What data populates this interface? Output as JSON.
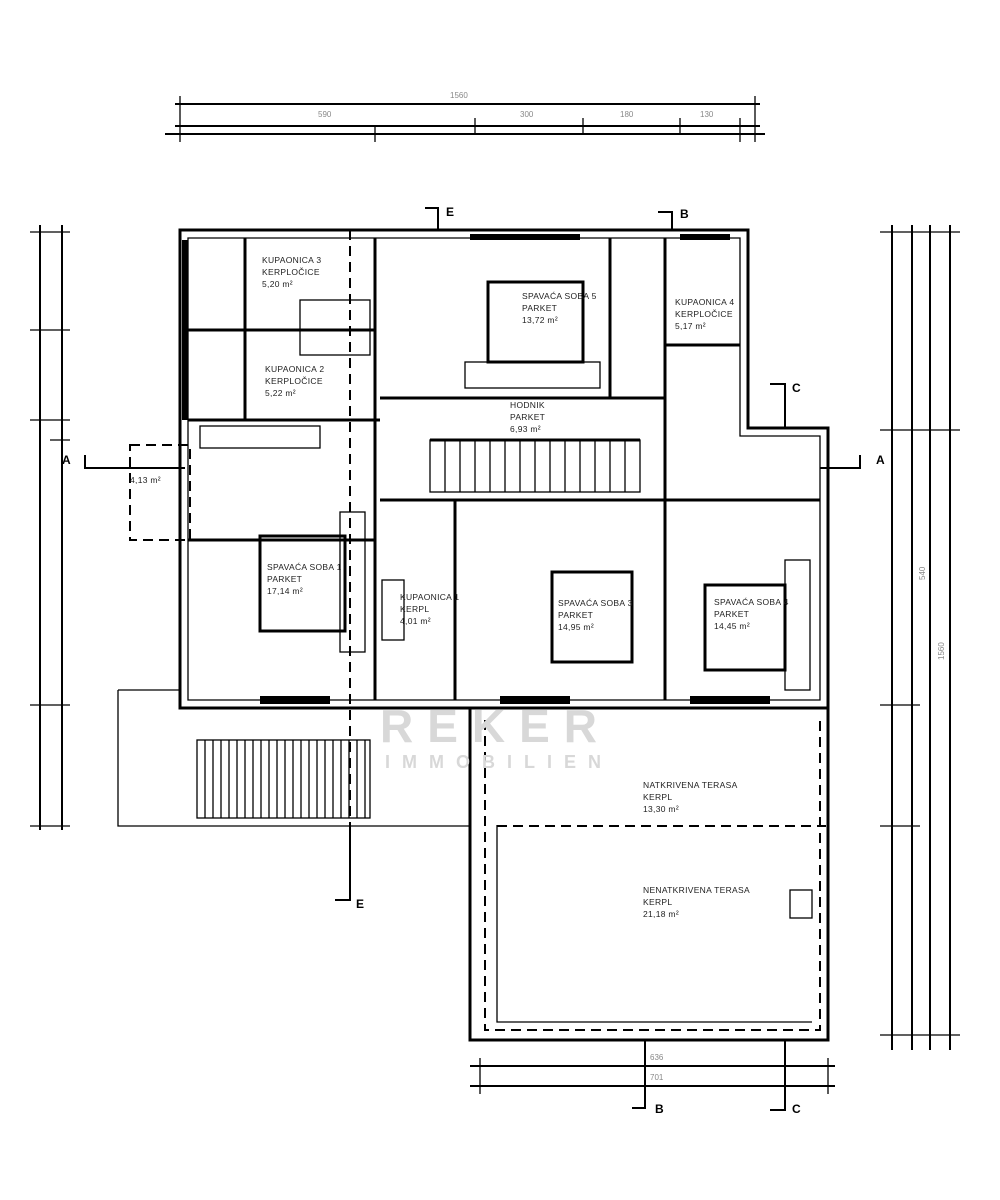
{
  "rooms": [
    {
      "name": "KUPAONICA 3",
      "floor": "KERPLOČICE",
      "area": "5,20 m²"
    },
    {
      "name": "KUPAONICA 2",
      "floor": "KERPLOČICE",
      "area": "5,22 m²"
    },
    {
      "name": "SPAVAĆA SOBA 5",
      "floor": "PARKET",
      "area": "13,72 m²"
    },
    {
      "name": "KUPAONICA 4",
      "floor": "KERPLOČICE",
      "area": "5,17 m²"
    },
    {
      "name": "HODNIK",
      "floor": "PARKET",
      "area": "6,93 m²"
    },
    {
      "name": "SPAVAĆA SOBA 1",
      "floor": "PARKET",
      "area": "17,14 m²"
    },
    {
      "name": "KUPAONICA 1",
      "floor": "KERPL",
      "area": "4,01 m²"
    },
    {
      "name": "SPAVAĆA SOBA 3",
      "floor": "PARKET",
      "area": "14,95 m²"
    },
    {
      "name": "SPAVAĆA SOBA 4",
      "floor": "PARKET",
      "area": "14,45 m²"
    },
    {
      "name": "NATKRIVENA TERASA",
      "floor": "KERPL",
      "area": "13,30 m²"
    },
    {
      "name": "NENATKRIVENA TERASA",
      "floor": "KERPL",
      "area": "21,18 m²"
    }
  ],
  "extra_area": "4,13 m²",
  "dimensions": {
    "top_total": "1560",
    "top_parts": [
      "590",
      "300",
      "180",
      "130"
    ],
    "right_total": "1560",
    "right_part": "540",
    "bottom_parts": [
      "636",
      "701"
    ]
  },
  "sections": {
    "a": "A",
    "b": "B",
    "c": "C",
    "e": "E"
  },
  "watermark": {
    "line1": "REKER",
    "line2": "IMMOBILIEN"
  }
}
